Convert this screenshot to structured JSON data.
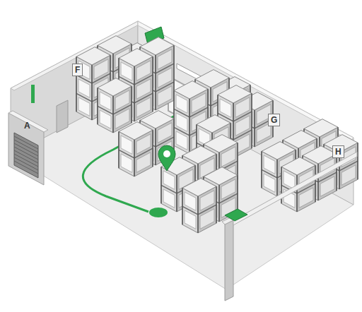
{
  "diagram": {
    "labels": [
      "A",
      "F",
      "G",
      "H"
    ]
  }
}
